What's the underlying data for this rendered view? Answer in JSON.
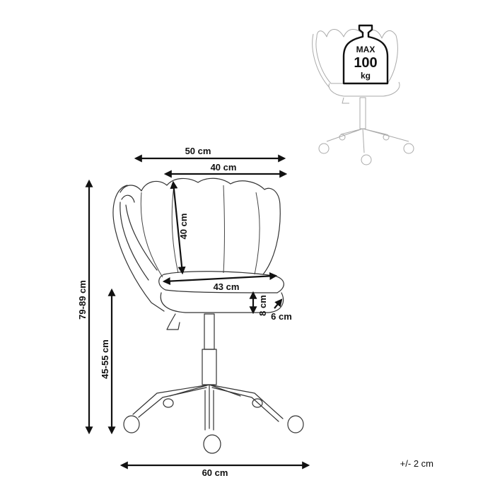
{
  "dimensions": {
    "overall_width": "50 cm",
    "back_width": "40 cm",
    "back_height": "40 cm",
    "seat_width": "43 cm",
    "seat_thickness": "8 cm",
    "seat_edge": "6 cm",
    "total_height": "79-89 cm",
    "seat_height": "45-55 cm",
    "base_width": "60 cm"
  },
  "max_load": {
    "label": "MAX",
    "value": "100",
    "unit": "kg"
  },
  "tolerance": "+/- 2 cm"
}
